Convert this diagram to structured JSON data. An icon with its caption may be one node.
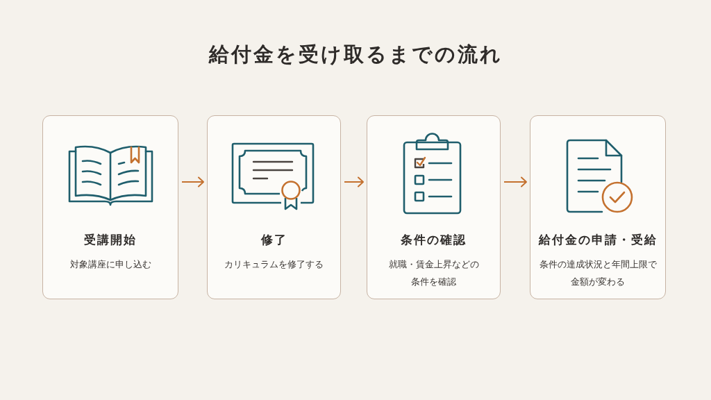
{
  "diagram": {
    "title": "給付金を受け取るまでの流れ",
    "nodes": [
      {
        "text": [
          "受講開始",
          "対象講座に申し込む"
        ]
      },
      {
        "text": [
          "修了",
          "カリキュラムを修了する"
        ]
      },
      {
        "text": [
          "条件の確認",
          "就職・賃金上昇などの条件を確認"
        ]
      },
      {
        "text": [
          "給付金の申請・受給",
          "条件の達成状況と年間上限で金額が変わる"
        ]
      }
    ],
    "edges": [
      {
        "from": 0,
        "to": 1,
        "arrow": "to"
      },
      {
        "from": 1,
        "to": 2,
        "arrow": "to"
      },
      {
        "from": 2,
        "to": 3,
        "arrow": "to"
      }
    ]
  }
}
